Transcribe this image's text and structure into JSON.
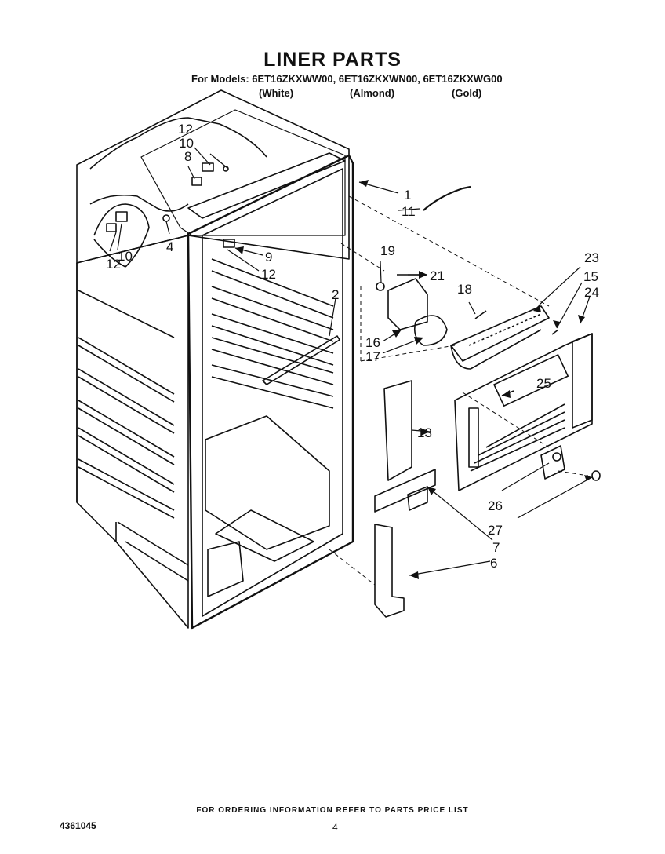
{
  "header": {
    "title": "LINER PARTS",
    "models_line": "For Models: 6ET16ZKXWW00, 6ET16ZKXWN00, 6ET16ZKXWG00",
    "colors": [
      "(White)",
      "(Almond)",
      "(Gold)"
    ]
  },
  "callouts": [
    "1",
    "2",
    "4",
    "6",
    "7",
    "8",
    "9",
    "10",
    "10",
    "11",
    "12",
    "12",
    "12",
    "13",
    "15",
    "16",
    "17",
    "18",
    "19",
    "21",
    "23",
    "24",
    "25",
    "26",
    "27"
  ],
  "footer": {
    "ordering_note": "FOR ORDERING INFORMATION REFER TO PARTS PRICE LIST",
    "doc_number": "4361045",
    "page_number": "4"
  }
}
